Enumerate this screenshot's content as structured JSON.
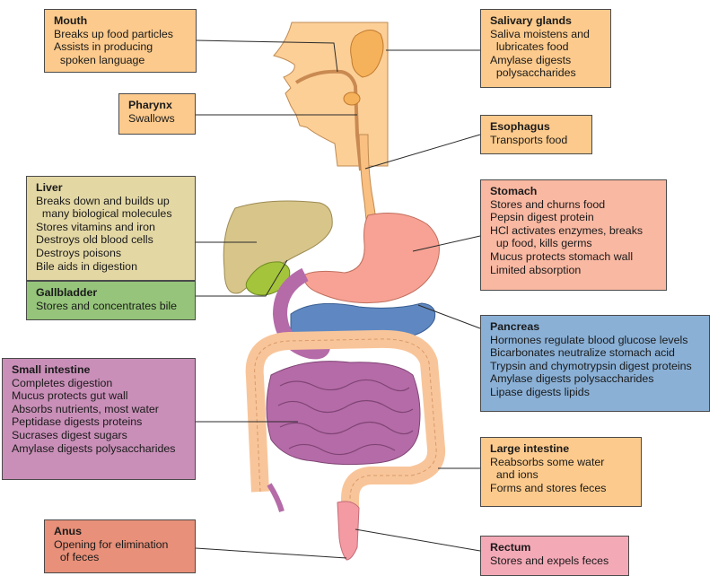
{
  "labels": {
    "mouth": {
      "title": "Mouth",
      "lines": [
        "Breaks up food particles",
        "Assists in producing",
        "  spoken language"
      ]
    },
    "salivary": {
      "title": "Salivary glands",
      "lines": [
        "Saliva moistens and",
        "  lubricates food",
        "Amylase digests",
        "  polysaccharides"
      ]
    },
    "pharynx": {
      "title": "Pharynx",
      "lines": [
        "Swallows"
      ]
    },
    "esophagus": {
      "title": "Esophagus",
      "lines": [
        "Transports food"
      ]
    },
    "liver": {
      "title": "Liver",
      "lines": [
        "Breaks down and builds up",
        "  many biological molecules",
        "Stores vitamins and iron",
        "Destroys old blood cells",
        "Destroys poisons",
        "Bile aids in digestion"
      ]
    },
    "stomach": {
      "title": "Stomach",
      "lines": [
        "Stores and churns food",
        "Pepsin digest protein",
        "HCl activates enzymes, breaks",
        "  up food, kills germs",
        "Mucus protects stomach wall",
        "Limited absorption"
      ]
    },
    "gallbladder": {
      "title": "Gallbladder",
      "lines": [
        "Stores and concentrates bile"
      ]
    },
    "pancreas": {
      "title": "Pancreas",
      "lines": [
        "Hormones regulate blood glucose levels",
        "Bicarbonates neutralize stomach acid",
        "Trypsin and chymotrypsin digest proteins",
        "Amylase digests polysaccharides",
        "Lipase digests lipids"
      ]
    },
    "small_intestine": {
      "title": "Small intestine",
      "lines": [
        "Completes digestion",
        "Mucus protects gut wall",
        "Absorbs nutrients, most water",
        "Peptidase digests proteins",
        "Sucrases digest sugars",
        "Amylase digests polysaccharides"
      ]
    },
    "large_intestine": {
      "title": "Large intestine",
      "lines": [
        "Reabsorbs some water",
        "  and ions",
        "Forms and stores feces"
      ]
    },
    "anus": {
      "title": "Anus",
      "lines": [
        "Opening for elimination",
        "  of feces"
      ]
    },
    "rectum": {
      "title": "Rectum",
      "lines": [
        "Stores and expels feces"
      ]
    }
  },
  "colors": {
    "head": "#fccf97",
    "esophagus": "#f9c081",
    "liver": "#d7c58a",
    "gallbladder": "#a4c43b",
    "stomach": "#f7a294",
    "pancreas": "#5f88c2",
    "small_intestine": "#b56ba8",
    "large_intestine": "#f8c59a",
    "rectum": "#f39aa3"
  }
}
